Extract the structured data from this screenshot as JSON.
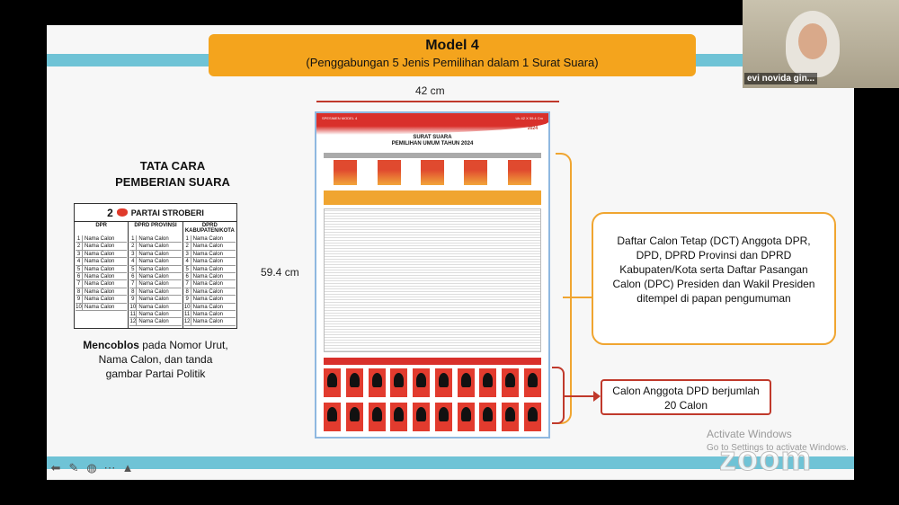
{
  "slide": {
    "title": "Model 4",
    "subtitle": "(Penggabungan 5 Jenis Pemilihan dalam 1 Surat Suara)",
    "width_label": "42 cm",
    "height_label": "59.4 cm"
  },
  "left": {
    "heading_line1": "TATA CARA",
    "heading_line2": "PEMBERIAN SUARA",
    "party_number": "2",
    "party_name": "PARTAI STROBERI",
    "col_dpr": "DPR",
    "col_prov": "DPRD PROVINSI",
    "col_kab": "DPRD KABUPATEN/KOTA",
    "candidate_label": "Nama Calon",
    "caption_bold": "Mencoblos",
    "caption_rest": " pada Nomor Urut, Nama Calon, dan tanda gambar Partai Politik"
  },
  "ballot": {
    "label_left": "SPESIMEN MODEL 4",
    "label_right": "Uk 42 X 59.4 Cm",
    "title_line1": "SURAT SUARA",
    "title_line2": "PEMILIHAN UMUM TAHUN 2024",
    "logo_text": "2024"
  },
  "callouts": {
    "dct_text": "Daftar Calon Tetap (DCT) Anggota DPR, DPD, DPRD Provinsi dan DPRD Kabupaten/Kota serta Daftar Pasangan Calon (DPC) Presiden dan Wakil Presiden ditempel di papan pengumuman",
    "dpd_text": "Calon Anggota DPD berjumlah 20 Calon"
  },
  "overlay": {
    "watermark_line1": "Activate Windows",
    "watermark_line2": "Go to Settings to activate Windows.",
    "zoom_logo": "zoom"
  },
  "participant": {
    "name": "evi novida gin..."
  },
  "icons": [
    "arrow-left-icon",
    "pen-icon",
    "highlighter-icon",
    "more-icon",
    "cursor-icon"
  ]
}
